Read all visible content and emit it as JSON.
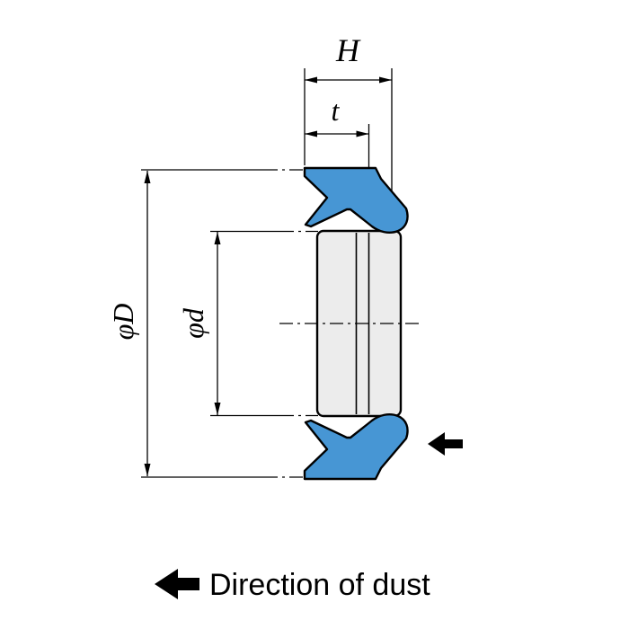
{
  "labels": {
    "seal_height": "H",
    "lip_thickness": "t",
    "outer_diameter": "φD",
    "inner_diameter": "φd"
  },
  "caption": {
    "arrow": "⬅",
    "text": "Direction of dust"
  },
  "colors": {
    "seal_fill": "#4796D4",
    "body_fill": "#ECECEC",
    "ink": "#000000"
  }
}
